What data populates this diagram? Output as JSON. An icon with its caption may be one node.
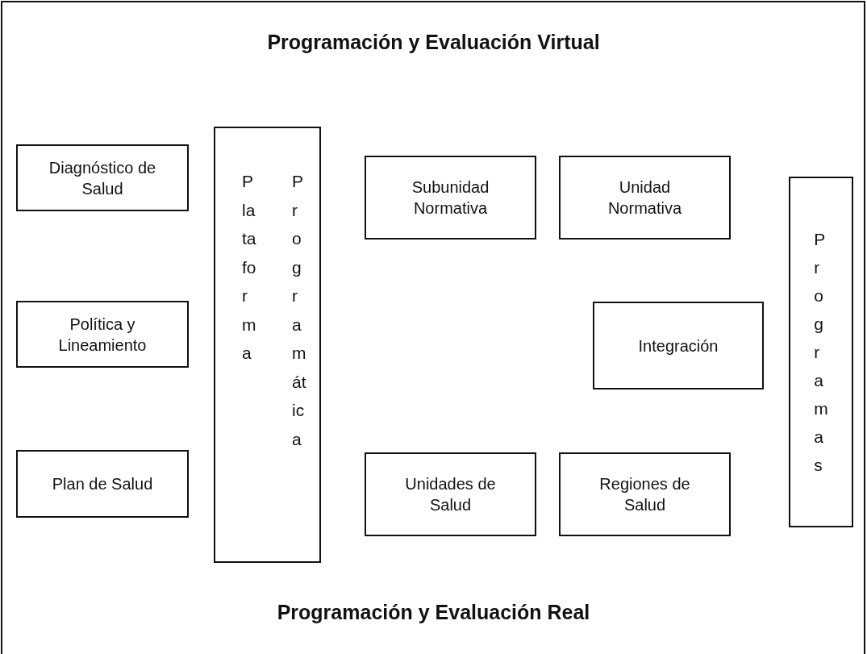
{
  "diagram": {
    "title": "Programación y Evaluación Virtual",
    "nodes": [
      {
        "text": [
          "Diagnóstico de Salud"
        ]
      },
      {
        "text": [
          "Política y Lineamiento"
        ]
      },
      {
        "text": [
          "Plan de Salud"
        ]
      },
      {
        "text": [
          "Plataforma",
          "Programática"
        ]
      },
      {
        "text": [
          "Subunidad Normativa"
        ]
      },
      {
        "text": [
          "Unidad Normativa"
        ]
      },
      {
        "text": [
          "Integración"
        ]
      },
      {
        "text": [
          "Unidades de Salud"
        ]
      },
      {
        "text": [
          "Regiones de Salud"
        ]
      },
      {
        "text": [
          "Programas"
        ]
      }
    ],
    "labels": [
      "Programación y Evaluación Real"
    ]
  }
}
